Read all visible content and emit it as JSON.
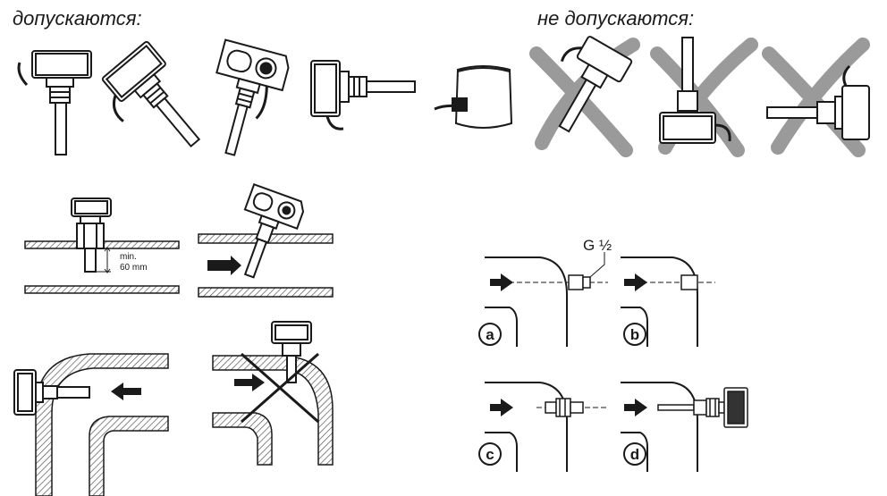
{
  "headings": {
    "allowed": "допускаются:",
    "not_allowed": "не допускаются:"
  },
  "labels": {
    "min_distance": "min.",
    "min_distance_value": "60 mm",
    "thread": "G ½"
  },
  "variants": [
    "a",
    "b",
    "c",
    "d"
  ],
  "colors": {
    "ink": "#1a1a1a",
    "cross": "#9a9a9a",
    "hatch": "#555555",
    "fill_light": "#f2f2f2",
    "fill_dark": "#333333"
  }
}
